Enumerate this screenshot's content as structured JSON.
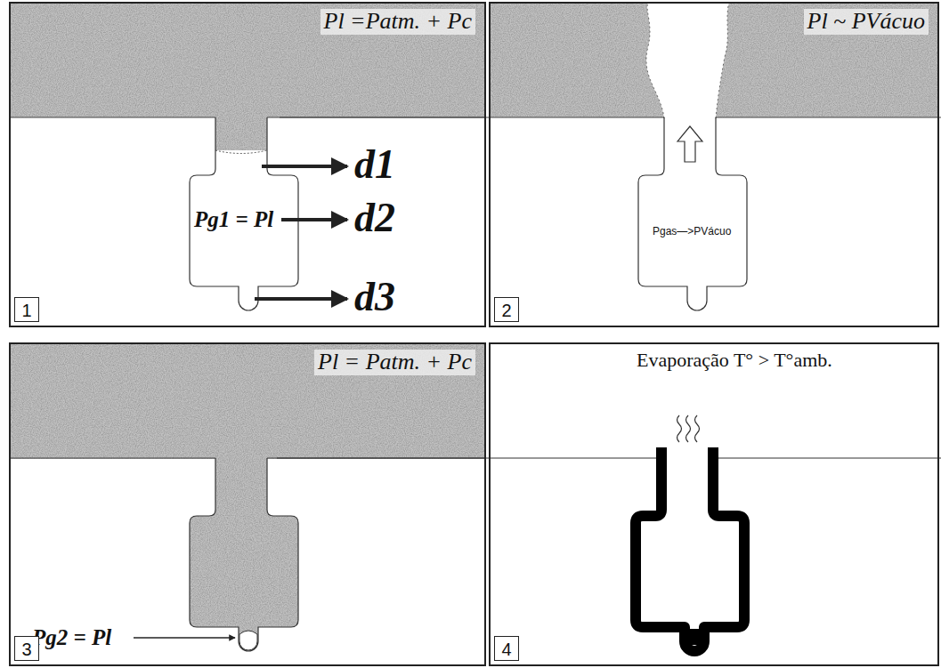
{
  "diagram": {
    "nodes": [
      {
        "text": [
          "Pl =Patm. + Pc",
          "d1",
          "d2",
          "d3",
          "Pg1 = Pl",
          "1"
        ]
      },
      {
        "text": [
          "Pl ~ PVácuo",
          "Pgas—>PVácuo",
          "2"
        ]
      },
      {
        "text": [
          "Pl = Patm. + Pc",
          "Pg2 = Pl",
          "3"
        ]
      },
      {
        "text": [
          "Evaporação T° > T°amb.",
          "4"
        ]
      }
    ]
  }
}
